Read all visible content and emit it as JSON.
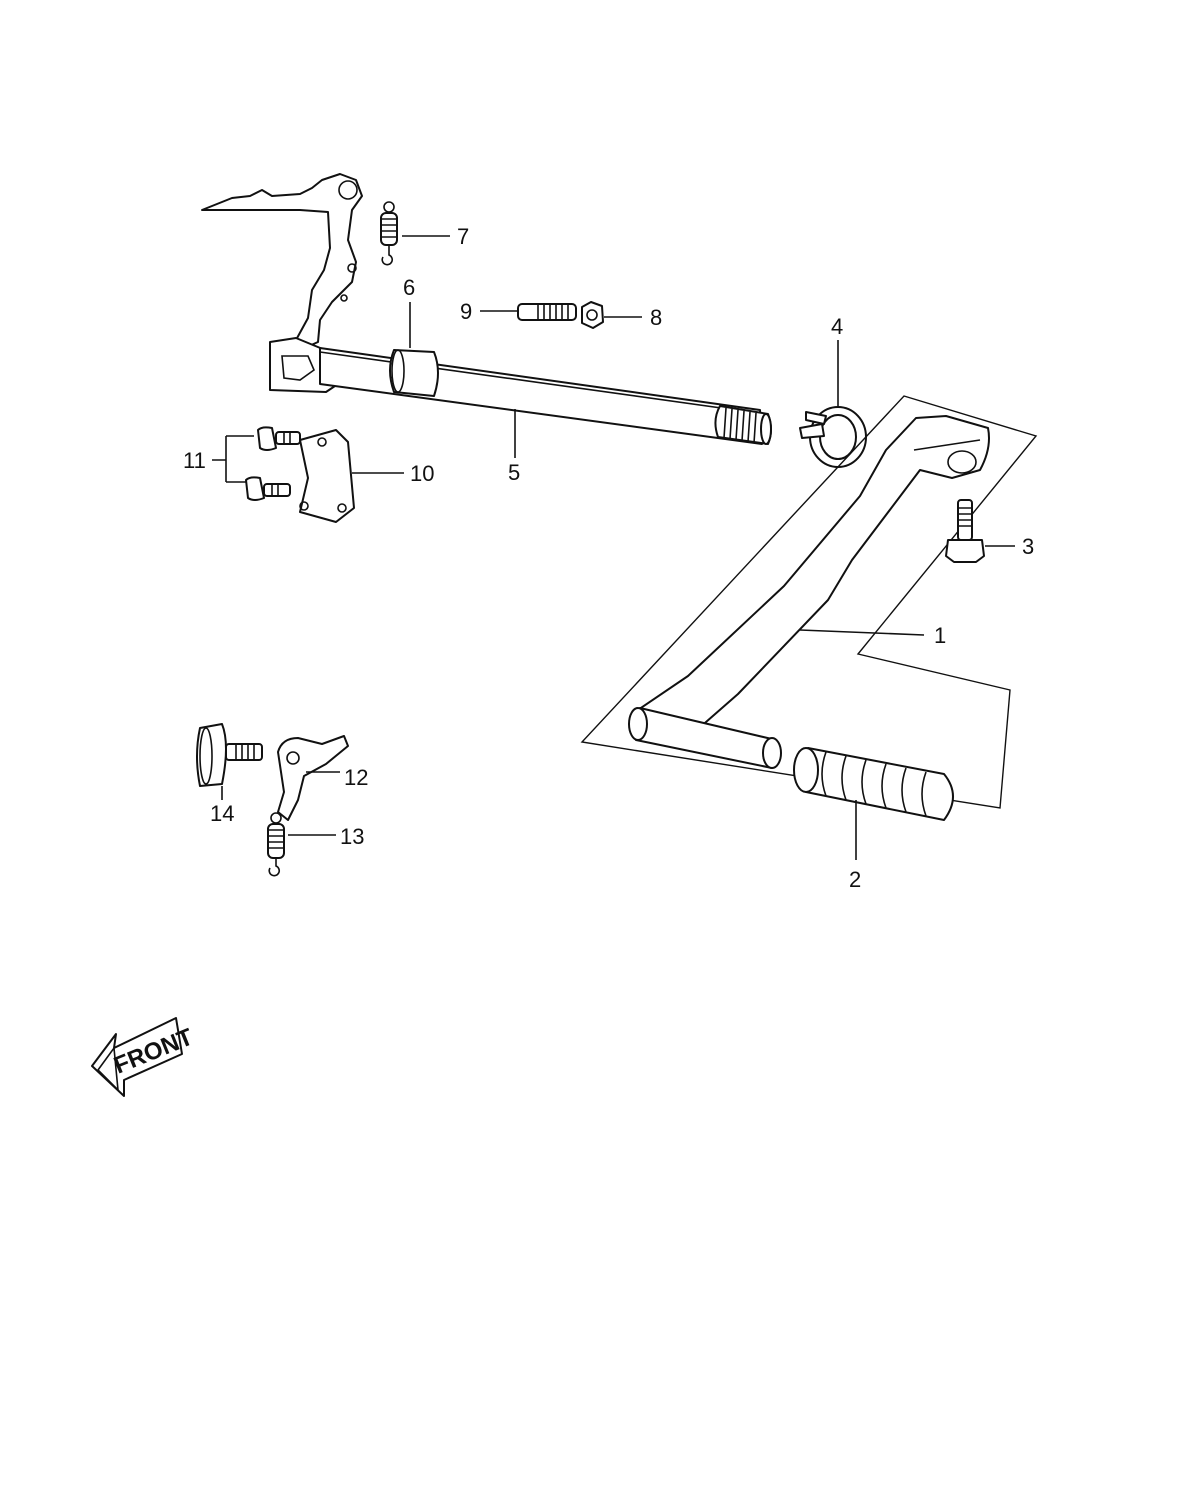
{
  "callouts": [
    {
      "id": "1",
      "label": "1"
    },
    {
      "id": "2",
      "label": "2"
    },
    {
      "id": "3",
      "label": "3"
    },
    {
      "id": "4",
      "label": "4"
    },
    {
      "id": "5",
      "label": "5"
    },
    {
      "id": "6",
      "label": "6"
    },
    {
      "id": "7",
      "label": "7"
    },
    {
      "id": "8",
      "label": "8"
    },
    {
      "id": "9",
      "label": "9"
    },
    {
      "id": "10",
      "label": "10"
    },
    {
      "id": "11",
      "label": "11"
    },
    {
      "id": "12",
      "label": "12"
    },
    {
      "id": "13",
      "label": "13"
    },
    {
      "id": "14",
      "label": "14"
    }
  ],
  "front_arrow": {
    "label": "FRONT"
  }
}
